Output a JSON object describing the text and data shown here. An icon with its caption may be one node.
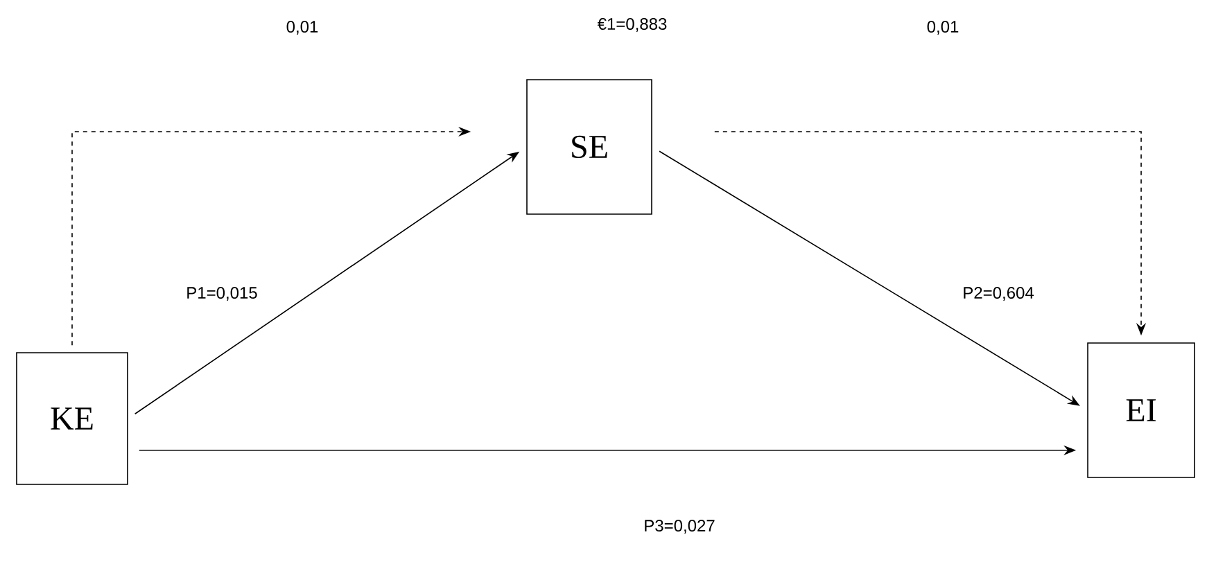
{
  "diagram": {
    "nodes": [
      {
        "text": [
          "KE"
        ]
      },
      {
        "text": [
          "SE"
        ]
      },
      {
        "text": [
          "EI"
        ]
      }
    ],
    "edges": [
      {
        "from": 0,
        "to": 1,
        "arrow": "to",
        "label": "P1=0,015"
      },
      {
        "from": 1,
        "to": 2,
        "arrow": "to",
        "label": "P2=0,604"
      },
      {
        "from": 0,
        "to": 2,
        "arrow": "to",
        "label": "P3=0,027"
      },
      {
        "from": 0,
        "to": 1,
        "arrow": "to",
        "style": "dashed"
      },
      {
        "from": 1,
        "to": 2,
        "arrow": "to",
        "style": "dashed"
      }
    ],
    "labels": [
      "0,01",
      "€1=0,883",
      "0,01"
    ]
  }
}
